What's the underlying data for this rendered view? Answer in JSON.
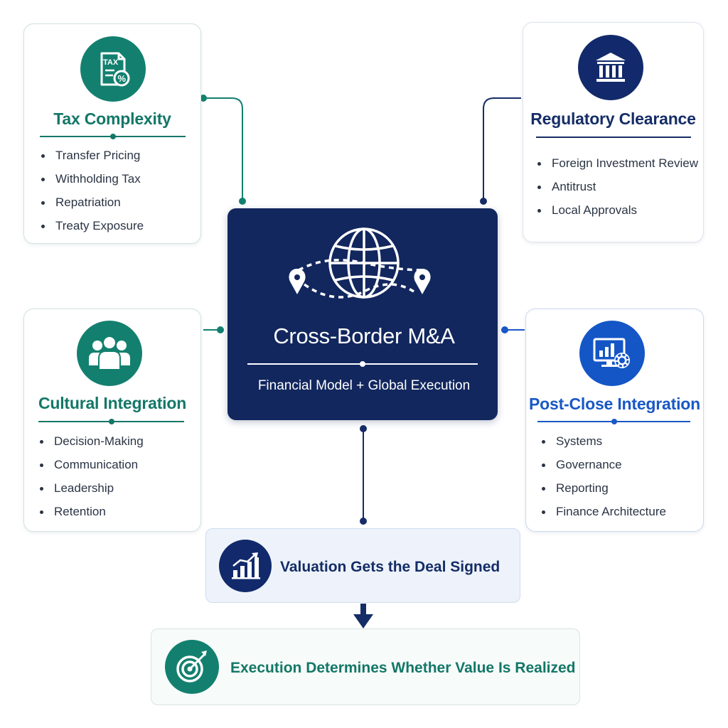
{
  "center": {
    "title": "Cross-Border M&A",
    "subtitle": "Financial Model + Global Execution",
    "icon": "globe-with-map-pins-icon"
  },
  "cards": {
    "tax": {
      "title": "Tax Complexity",
      "icon_text": "TAX",
      "icon_badge": "%",
      "icon": "tax-document-icon",
      "items": [
        "Transfer Pricing",
        "Withholding Tax",
        "Repatriation",
        "Treaty Exposure"
      ]
    },
    "regulatory": {
      "title": "Regulatory Clearance",
      "icon": "government-building-icon",
      "items": [
        "Foreign Investment Review",
        "Antitrust",
        "Local Approvals"
      ]
    },
    "cultural": {
      "title": "Cultural Integration",
      "icon": "people-group-icon",
      "items": [
        "Decision-Making",
        "Communication",
        "Leadership",
        "Retention"
      ]
    },
    "postclose": {
      "title": "Post-Close Integration",
      "icon": "monitor-chart-gear-icon",
      "items": [
        "Systems",
        "Governance",
        "Reporting",
        "Finance Architecture"
      ]
    }
  },
  "valuation": {
    "text": "Valuation Gets the Deal Signed",
    "icon": "rising-bar-chart-icon"
  },
  "execution": {
    "text": "Execution Determines Whether Value Is Realized",
    "icon": "target-arrow-icon"
  },
  "colors": {
    "teal": "#13806f",
    "navy": "#122a6b",
    "blue": "#1456c6",
    "center_bg": "#12275e"
  }
}
